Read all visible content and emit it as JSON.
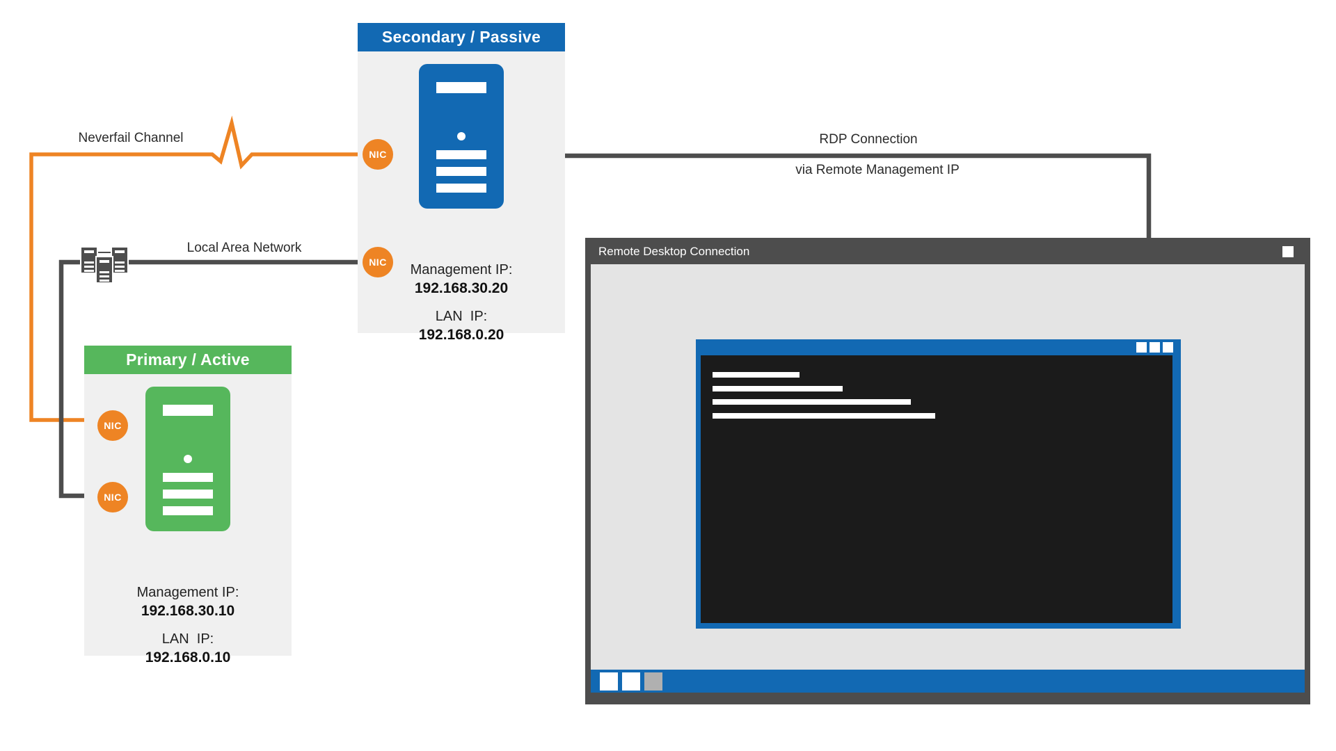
{
  "secondary": {
    "title": "Secondary / Passive",
    "management_ip_label": "Management IP:",
    "management_ip": "192.168.30.20",
    "lan_ip_label": "LAN  IP:",
    "lan_ip": "192.168.0.20",
    "nic_top_label": "NIC",
    "nic_bottom_label": "NIC",
    "color": "#1269b3"
  },
  "primary": {
    "title": "Primary / Active",
    "management_ip_label": "Management IP:",
    "management_ip": "192.168.30.10",
    "lan_ip_label": "LAN  IP:",
    "lan_ip": "192.168.0.10",
    "nic_top_label": "NIC",
    "nic_bottom_label": "NIC",
    "color": "#56b75c"
  },
  "connections": {
    "neverfail_label": "Neverfail Channel",
    "lan_label": "Local Area Network",
    "rdp_label": "RDP Connection",
    "rdp_sublabel": "via Remote Management IP",
    "neverfail_color": "#ee8424",
    "line_color": "#4d4d4d"
  },
  "rdp_window": {
    "title": "Remote Desktop Connection",
    "titlebar_color": "#4d4d4d",
    "taskbar_color": "#1269b3"
  },
  "badge_color": "#ee8424"
}
